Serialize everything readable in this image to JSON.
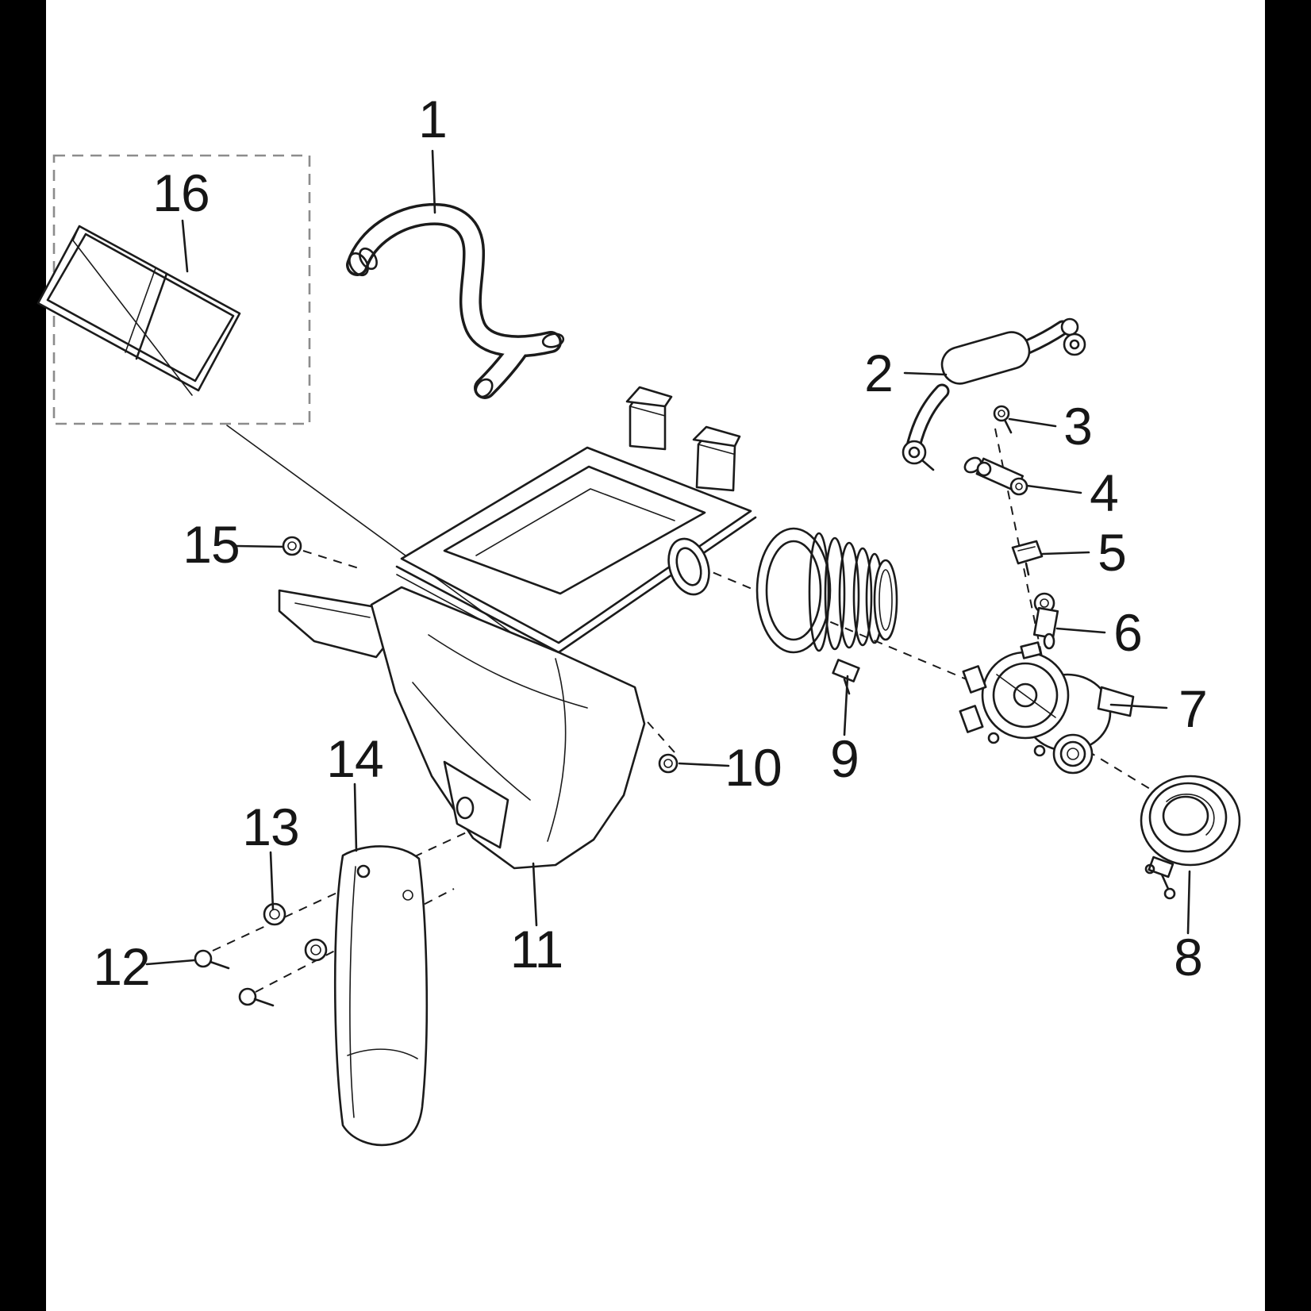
{
  "diagram": {
    "type": "exploded-parts-diagram",
    "callouts": [
      {
        "label": "1"
      },
      {
        "label": "2"
      },
      {
        "label": "3"
      },
      {
        "label": "4"
      },
      {
        "label": "5"
      },
      {
        "label": "6"
      },
      {
        "label": "7"
      },
      {
        "label": "8"
      },
      {
        "label": "9"
      },
      {
        "label": "10"
      },
      {
        "label": "11"
      },
      {
        "label": "12"
      },
      {
        "label": "13"
      },
      {
        "label": "14"
      },
      {
        "label": "15"
      },
      {
        "label": "16"
      }
    ]
  },
  "colors": {
    "line": "#1b1b1b",
    "background": "#ffffff",
    "frame": "#000000",
    "dashed_box": "#8c8c8c"
  }
}
